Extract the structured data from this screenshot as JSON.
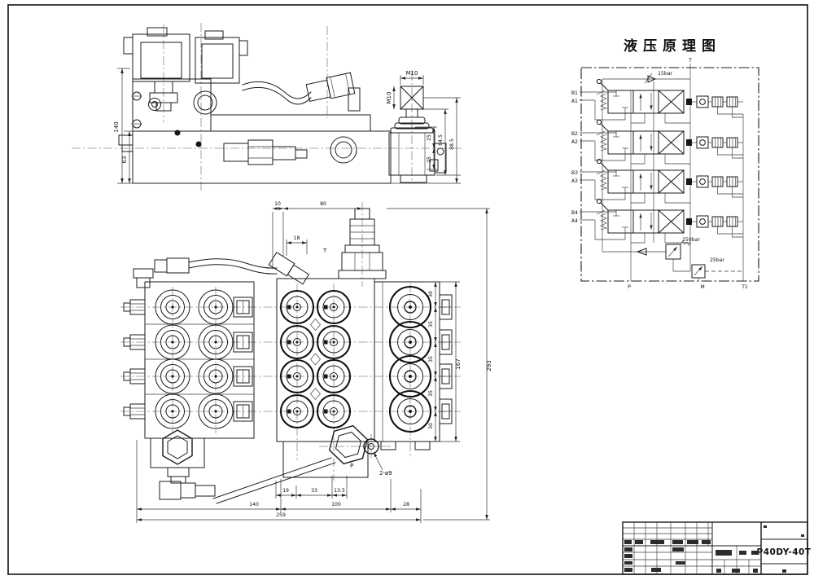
{
  "schematic": {
    "title": "液压原理图",
    "port_top": "T",
    "port_p": "P",
    "port_m": "M",
    "port_t1": "T1",
    "relief_15": "15bar",
    "relief_250": "250bar",
    "relief_25": "25bar",
    "sections": [
      {
        "b": "B1",
        "a": "A1"
      },
      {
        "b": "B2",
        "a": "A2"
      },
      {
        "b": "B3",
        "a": "A3"
      },
      {
        "b": "B4",
        "a": "A4"
      }
    ]
  },
  "side_view": {
    "dim_height_total": "140",
    "dim_height_lower": "63",
    "thread_top": "M10",
    "thread_side": "M10",
    "dim_845": "84.5",
    "dim_885": "88.5",
    "dim_25a": "25",
    "dim_25b": "25"
  },
  "front_view": {
    "dim_top_10": "10",
    "dim_top_80": "80",
    "dim_18": "18",
    "port_t": "T",
    "port_p": "P",
    "hole_note": "2-ø9",
    "right_chain": [
      "30",
      "35",
      "35",
      "35",
      "30"
    ],
    "dim_167": "167",
    "dim_293": "293",
    "dim_19": "19",
    "dim_33": "33",
    "dim_135": "13.5",
    "dim_140": "140",
    "dim_100": "100",
    "dim_28": "28",
    "dim_total": "259"
  },
  "title_block": {
    "model": "P40DY-40T"
  }
}
